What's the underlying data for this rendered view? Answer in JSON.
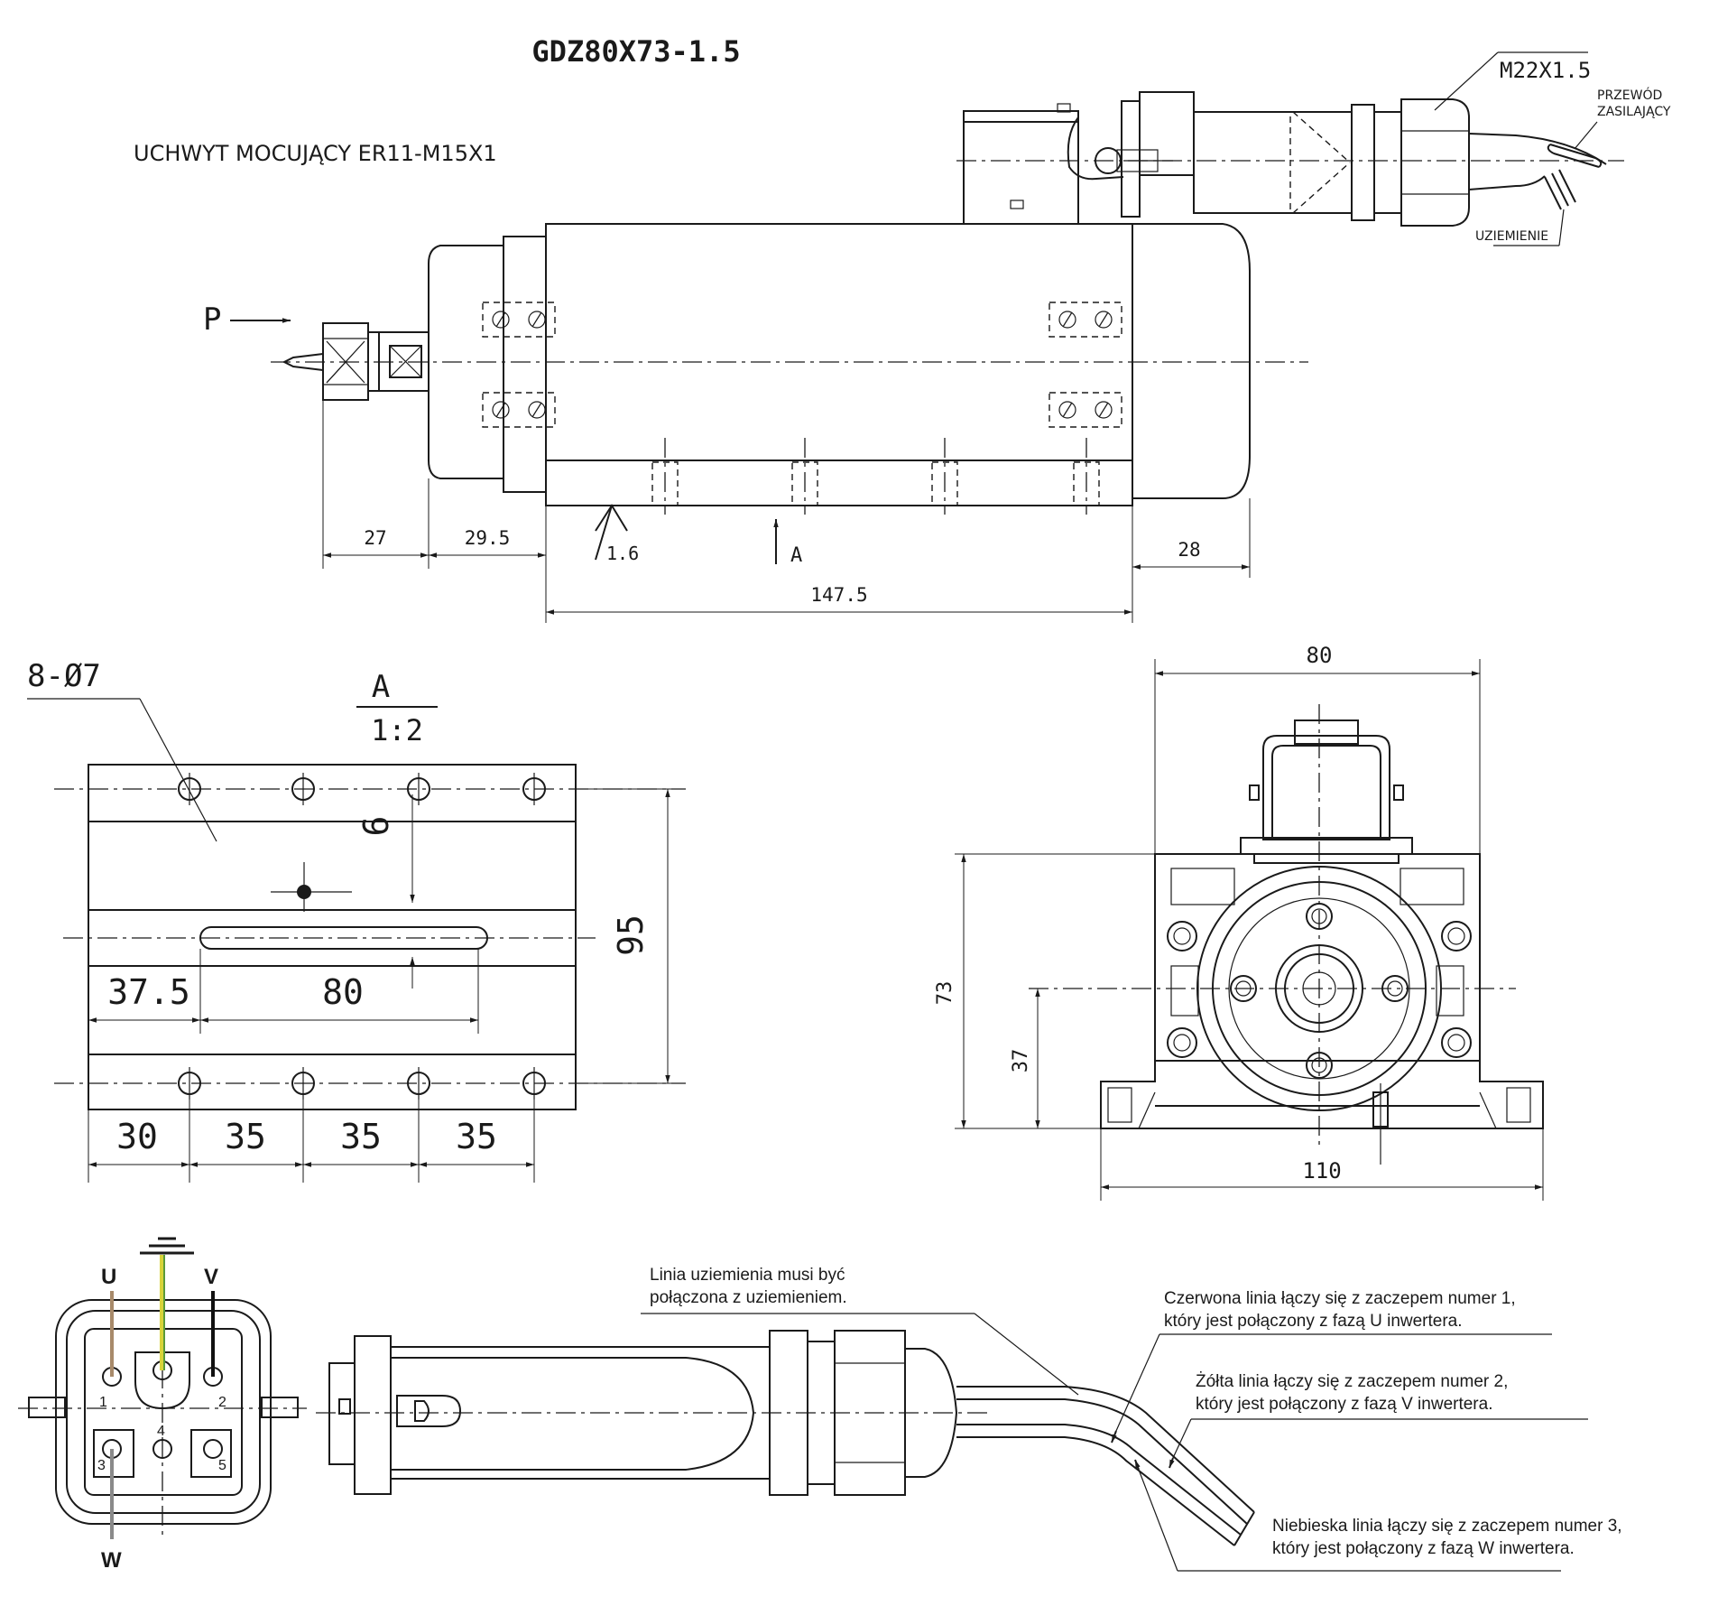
{
  "title": "GDZ80X73-1.5",
  "collet_label": "UCHWYT MOCUJĄCY ER11-M15X1",
  "gland_label": "M22X1.5",
  "power_cable_label": [
    "PRZEWÓD",
    "ZASILAJĄCY"
  ],
  "ground_label": "UZIEMIENIE",
  "force_label": "P",
  "side_view": {
    "dims": {
      "d27": "27",
      "d29_5": "29.5",
      "d147_5": "147.5",
      "d28": "28"
    },
    "roughness": "1.6",
    "view_arrow": "A"
  },
  "bottom_view": {
    "holes_label": "8-Ø7",
    "view_name": "A",
    "scale": "1:2",
    "dims": {
      "d6": "6",
      "d95": "95",
      "d37_5": "37.5",
      "d80": "80",
      "d30": "30",
      "d35a": "35",
      "d35b": "35",
      "d35c": "35"
    }
  },
  "front_view": {
    "dims": {
      "d80": "80",
      "d73": "73",
      "d37": "37",
      "d110": "110"
    }
  },
  "connector": {
    "phase_u": "U",
    "phase_v": "V",
    "phase_w": "W",
    "pins": [
      "1",
      "2",
      "3",
      "4",
      "5"
    ],
    "wire_colors": {
      "u": "#a88a6a",
      "ground_yellow": "#d8d33a",
      "ground_green": "#5a9a3a",
      "v": "#111111",
      "w": "#8a8a8a"
    }
  },
  "notes": {
    "ground": [
      "Linia uziemienia musi być",
      "połączona z uziemieniem."
    ],
    "red": [
      "Czerwona linia łączy się z zaczepem numer 1,",
      "który jest połączony z fazą U inwertera."
    ],
    "yellow": [
      "Żółta linia łączy się z zaczepem numer 2,",
      "który jest połączony z fazą V inwertera."
    ],
    "blue": [
      "Niebieska linia łączy się z zaczepem numer 3,",
      "który jest połączony z fazą W inwertera."
    ]
  }
}
